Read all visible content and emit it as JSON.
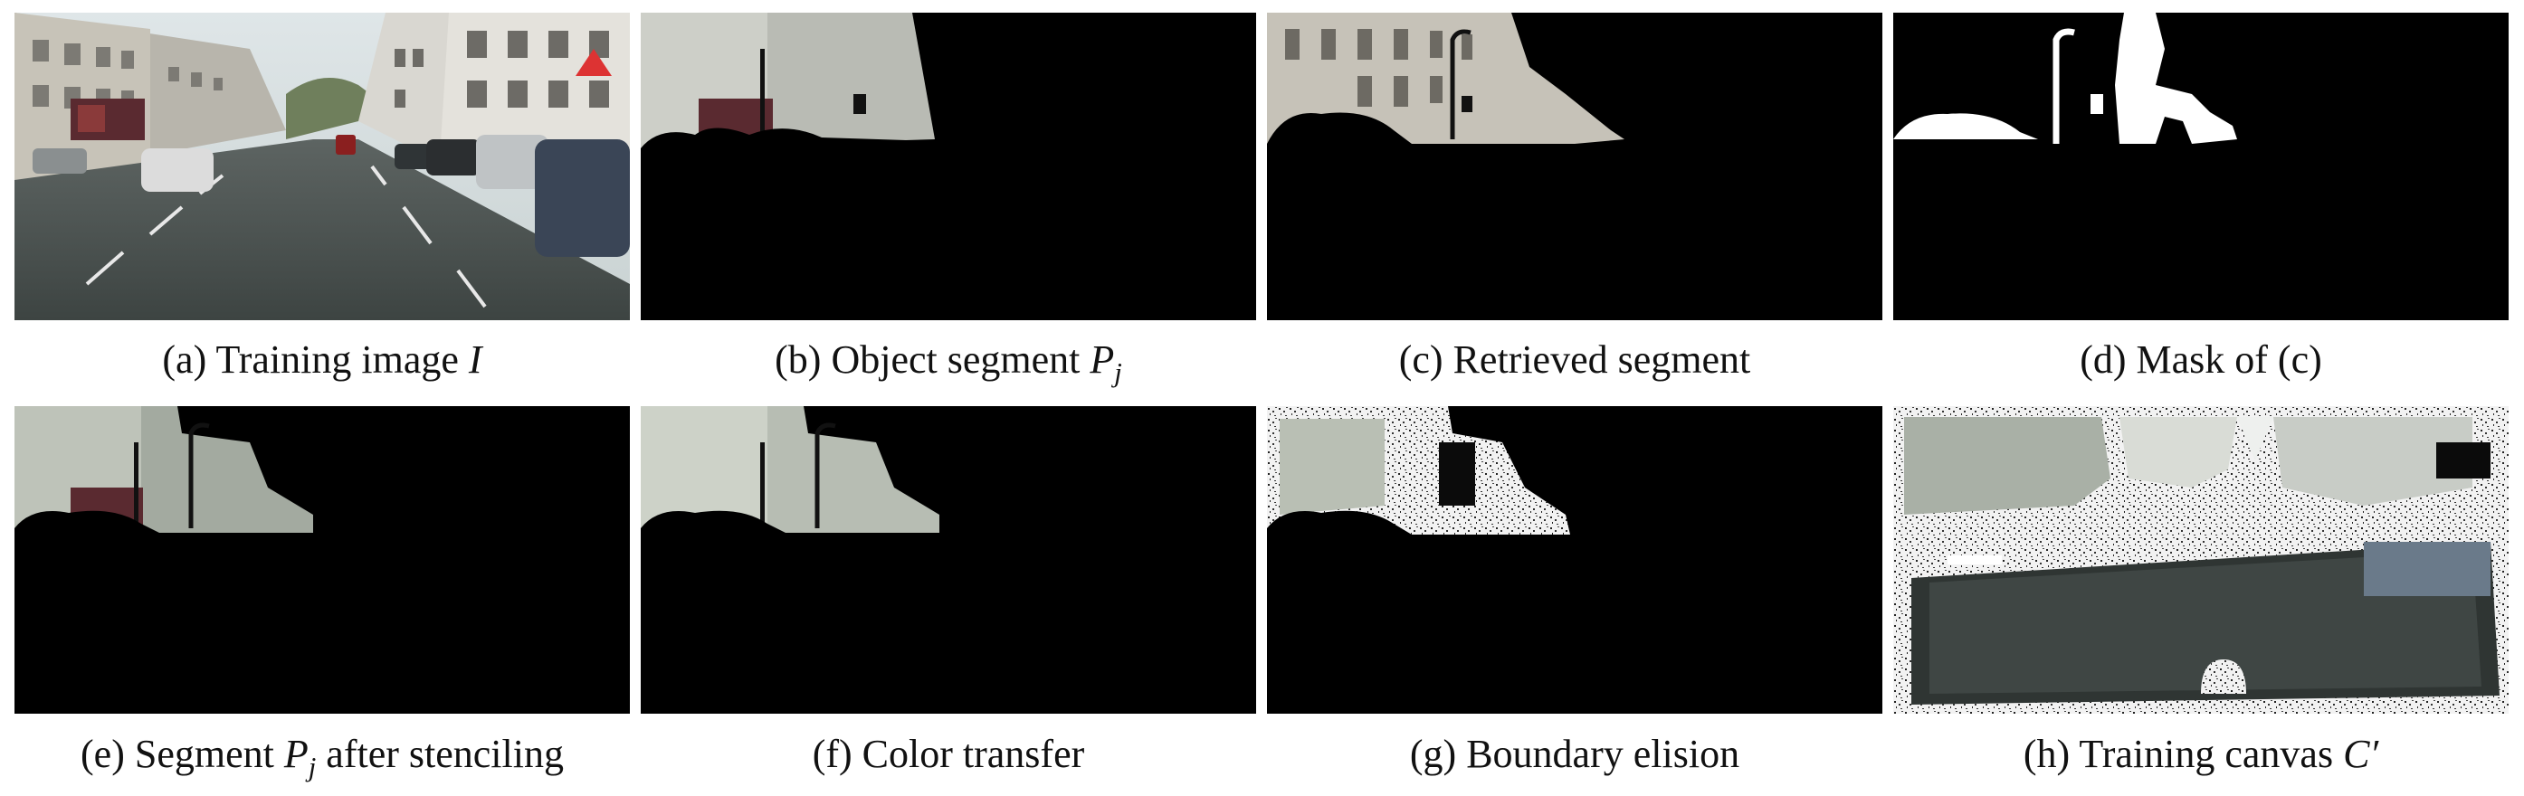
{
  "figure": {
    "panels": [
      {
        "id": "a",
        "caption_prefix": "(a) Training image ",
        "caption_math": "I",
        "caption_suffix": ""
      },
      {
        "id": "b",
        "caption_prefix": "(b) Object segment ",
        "caption_math": "Pj",
        "caption_suffix": ""
      },
      {
        "id": "c",
        "caption_prefix": "(c) Retrieved segment",
        "caption_math": "",
        "caption_suffix": ""
      },
      {
        "id": "d",
        "caption_prefix": "(d) Mask of (c)",
        "caption_math": "",
        "caption_suffix": ""
      },
      {
        "id": "e",
        "caption_prefix": "(e) Segment ",
        "caption_math": "Pj",
        "caption_suffix": " after stenciling"
      },
      {
        "id": "f",
        "caption_prefix": "(f) Color transfer",
        "caption_math": "",
        "caption_suffix": ""
      },
      {
        "id": "g",
        "caption_prefix": "(g) Boundary elision",
        "caption_math": "",
        "caption_suffix": ""
      },
      {
        "id": "h",
        "caption_prefix": "(h) Training canvas ",
        "caption_math": "C′",
        "caption_suffix": ""
      }
    ]
  }
}
